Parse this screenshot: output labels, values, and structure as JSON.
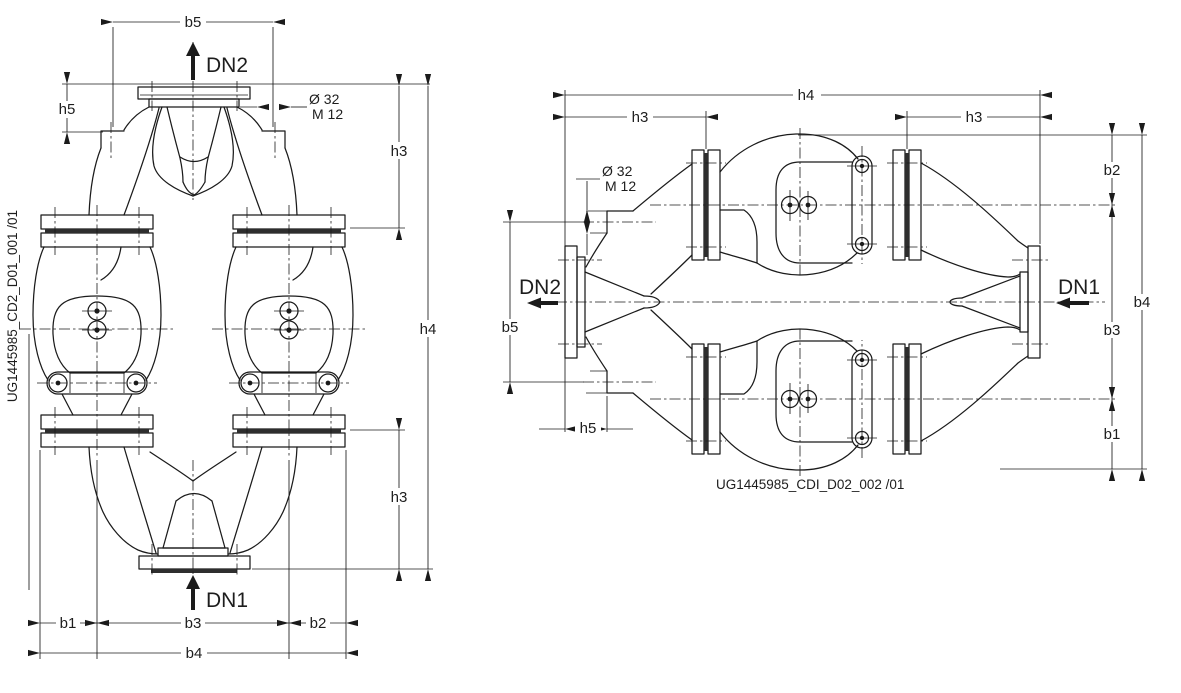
{
  "front_view": {
    "id_label": "UG1445985_CD2_D01_001  /01",
    "port_top": "DN2",
    "port_bottom": "DN1",
    "note_diameter": "Ø 32",
    "note_thread": "M 12",
    "dim_b5": "b5",
    "dim_h5": "h5",
    "dim_h3_upper": "h3",
    "dim_h4": "h4",
    "dim_h3_lower": "h3",
    "dim_b1": "b1",
    "dim_b3": "b3",
    "dim_b2": "b2",
    "dim_b4": "b4"
  },
  "side_view": {
    "id_label": "UG1445985_CDI_D02_002  /01",
    "port_left": "DN2",
    "port_right": "DN1",
    "note_diameter": "Ø 32",
    "note_thread": "M 12",
    "dim_h4": "h4",
    "dim_h3_left": "h3",
    "dim_h3_right": "h3",
    "dim_b2": "b2",
    "dim_b3": "b3",
    "dim_b1": "b1",
    "dim_b4": "b4",
    "dim_b5": "b5",
    "dim_h5": "h5"
  },
  "colors": {
    "line": "#1b1b1b",
    "background": "#ffffff",
    "gasket_band": "#2e2e2e"
  }
}
